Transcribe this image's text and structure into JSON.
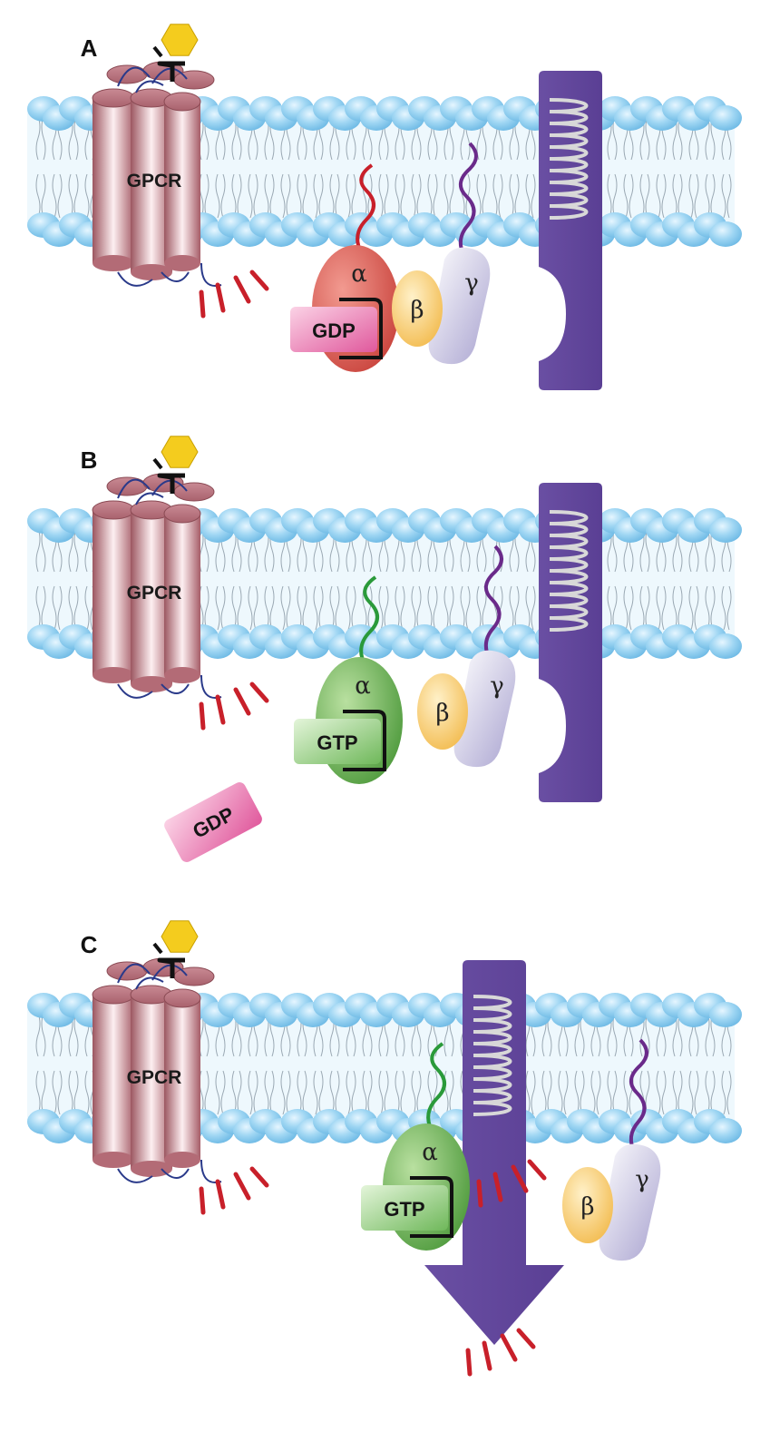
{
  "colors": {
    "lipid_head": "#8ecdf0",
    "lipid_tail": "#9aa8b3",
    "gpcr": "#c98a94",
    "alpha_gdp_state": "#d9605a",
    "alpha_gtp_state": "#6fae55",
    "beta": "#f5c96a",
    "gamma": "#c8c5e0",
    "effector": "#6a4fa3",
    "gdp_tag": "#e97fb5",
    "gtp_tag": "#8dc97c",
    "ligand": "#f4cc1e",
    "signal": "#c8202a"
  },
  "panels": [
    {
      "label": "A",
      "receptor_label": "GPCR",
      "alpha": "α",
      "beta": "β",
      "gamma": "γ",
      "bound_nucleotide": "GDP"
    },
    {
      "label": "B",
      "receptor_label": "GPCR",
      "alpha": "α",
      "beta": "β",
      "gamma": "γ",
      "bound_nucleotide": "GTP",
      "released_nucleotide": "GDP"
    },
    {
      "label": "C",
      "receptor_label": "GPCR",
      "alpha": "α",
      "beta": "β",
      "gamma": "γ",
      "bound_nucleotide": "GTP"
    }
  ]
}
